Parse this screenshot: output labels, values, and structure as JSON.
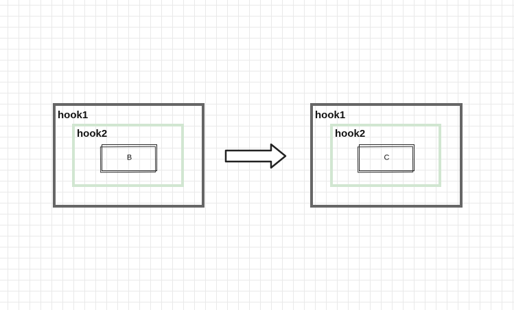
{
  "left_diagram": {
    "outer_label": "hook1",
    "inner_label": "hook2",
    "leaf_label": "B"
  },
  "right_diagram": {
    "outer_label": "hook1",
    "inner_label": "hook2",
    "leaf_label": "C"
  },
  "colors": {
    "outer_border": "#666666",
    "inner_border": "#d1e6d1",
    "leaf_border": "#222222",
    "grid": "#e9e9e9"
  },
  "icons": {
    "transition": "right-arrow-icon"
  }
}
